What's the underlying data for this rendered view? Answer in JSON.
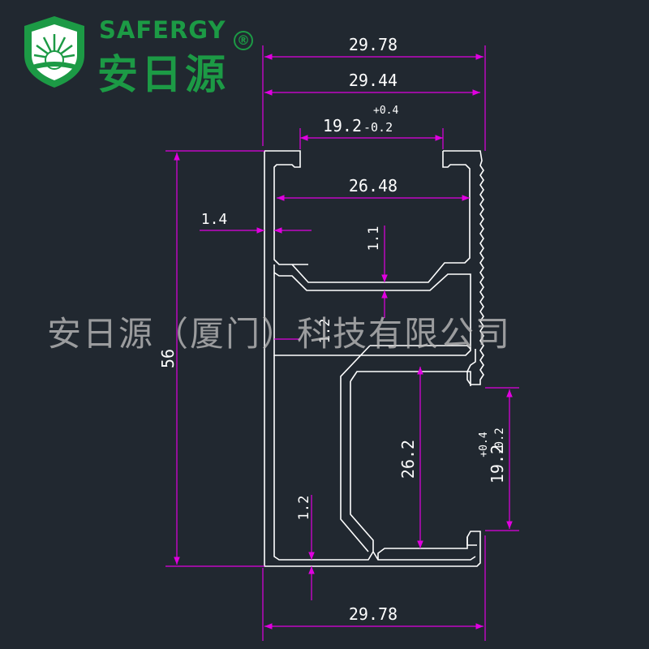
{
  "logo": {
    "brand_en": "SAFERGY",
    "registered_mark": "®",
    "brand_cn": "安日源",
    "colors": {
      "green": "#1c9a45",
      "sun": "#ffffff"
    }
  },
  "watermark": "安日源（厦门）科技有限公司",
  "colors": {
    "background": "#212830",
    "profile_line": "#ffffff",
    "dimension_line": "#e000e0",
    "dimension_text": "#ffffff"
  },
  "dimensions": {
    "top_overall_width": "29.78",
    "top_inner_width": "29.44",
    "top_slot_width": "19.2",
    "top_slot_tol_plus": "+0.4",
    "top_slot_tol_minus": "-0.2",
    "cavity_width": "26.48",
    "wall_thickness_1": "1.4",
    "floor_thickness": "1.1",
    "middle_wall": "1.2",
    "overall_height": "56",
    "inner_cavity_height": "26.2",
    "side_slot_width": "19.2",
    "side_slot_tol_plus": "+0.4",
    "side_slot_tol_minus": "-0.2",
    "bottom_wall": "1.2",
    "bottom_overall_width": "29.78"
  }
}
